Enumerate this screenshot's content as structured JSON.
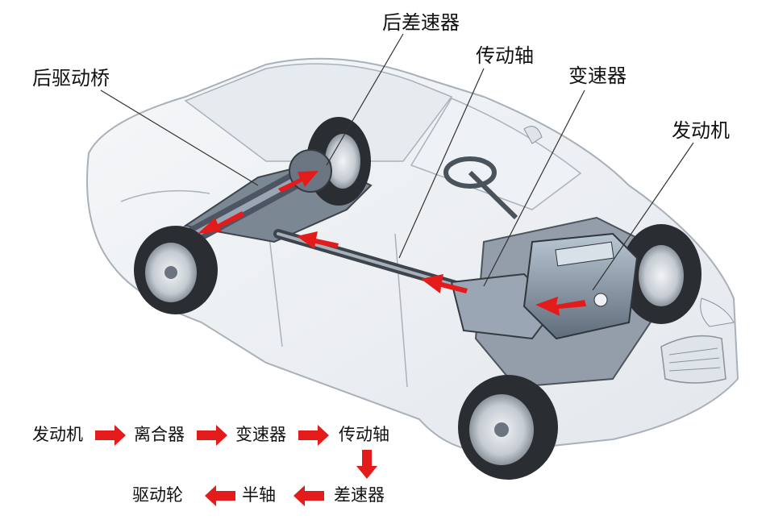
{
  "callouts": {
    "rear_differential": "后差速器",
    "rear_drive_axle": "后驱动桥",
    "drive_shaft": "传动轴",
    "transmission": "变速器",
    "engine": "发动机"
  },
  "flow_chain": {
    "row1": [
      "发动机",
      "离合器",
      "变速器",
      "传动轴"
    ],
    "row2": [
      "驱动轮",
      "半轴",
      "差速器"
    ]
  },
  "colors": {
    "arrow": "#e31b1b",
    "outline": "#9aa3ad",
    "glass": "#eef2f6",
    "chassis": "#5b6470",
    "tire": "#2a2e33"
  }
}
